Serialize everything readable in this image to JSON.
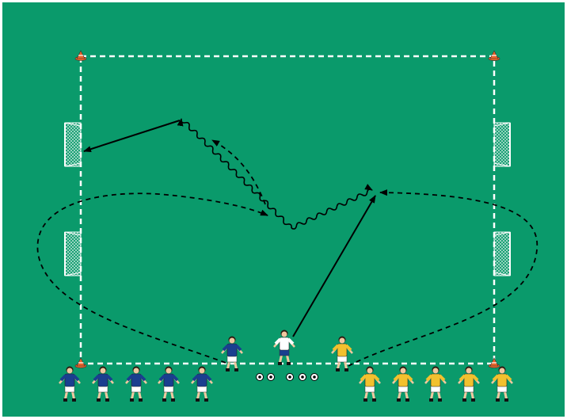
{
  "diagram": {
    "type": "soccer-drill",
    "pitch_color": "#0a9a6b",
    "line_color": "#ffffff",
    "arrow_color": "#000000",
    "cone_color": "#e8642a",
    "teams": [
      {
        "name": "blue",
        "shirt_color": "#1a3f8f",
        "shorts_color": "#ffffff",
        "waiting_players": 5,
        "active_players": 1
      },
      {
        "name": "yellow",
        "shirt_color": "#f2c12e",
        "shorts_color": "#ffffff",
        "waiting_players": 5,
        "active_players": 1
      }
    ],
    "coach": {
      "shirt_color": "#ffffff",
      "shorts_color": "#1a3f8f"
    },
    "balls_count": 5,
    "small_goals_count": 4,
    "cones_count": 4,
    "movements": [
      "dribble",
      "pass",
      "shot",
      "run"
    ]
  }
}
